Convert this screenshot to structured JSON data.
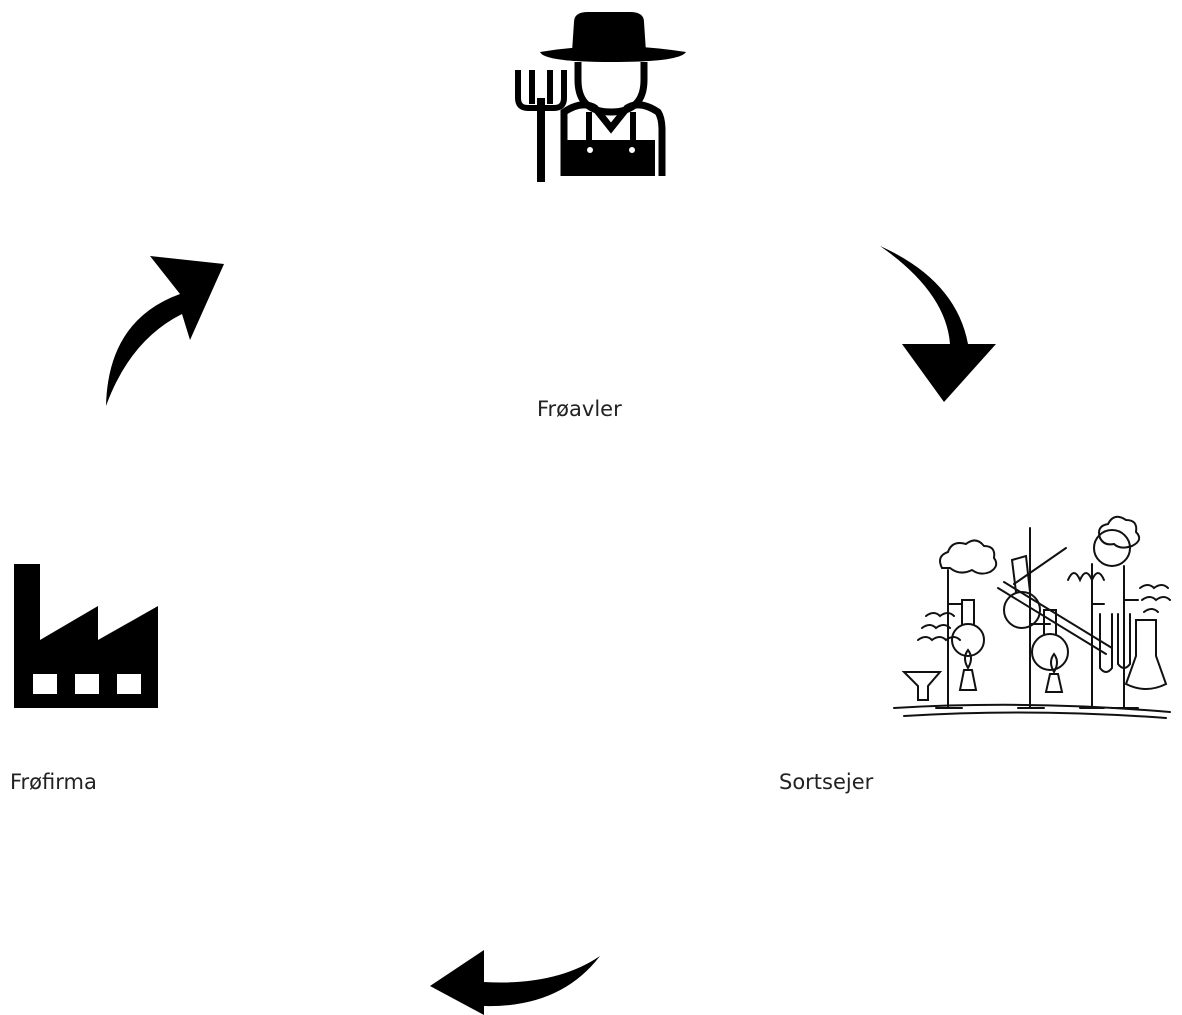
{
  "diagram": {
    "nodes": [
      {
        "id": "froavler",
        "label": "Frøavler",
        "icon": "farmer-icon"
      },
      {
        "id": "sortsejer",
        "label": "Sortsejer",
        "icon": "laboratory-icon"
      },
      {
        "id": "frofirma",
        "label": "Frøfirma",
        "icon": "factory-icon"
      }
    ],
    "edges": [
      {
        "from": "froavler",
        "to": "sortsejer",
        "icon": "curved-arrow-icon"
      },
      {
        "from": "sortsejer",
        "to": "frofirma",
        "icon": "curved-arrow-icon"
      },
      {
        "from": "frofirma",
        "to": "froavler",
        "icon": "curved-arrow-icon"
      }
    ],
    "colors": {
      "ink": "#000000",
      "background": "#ffffff"
    }
  }
}
